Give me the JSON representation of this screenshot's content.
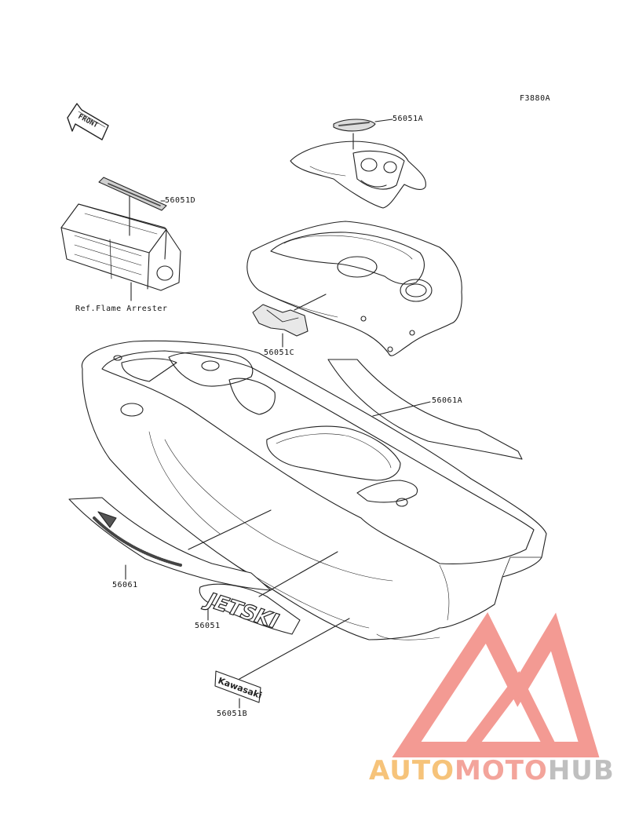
{
  "diagram": {
    "figure_code": "F3880A",
    "front_label": "FRONT",
    "callouts": {
      "p56051A": "56051A",
      "p56051D": "56051D",
      "ref_flame": "Ref.Flame Arrester",
      "p56051C": "56051C",
      "p56061A": "56061A",
      "p56061": "56061",
      "p56051": "56051",
      "p56051B": "56051B"
    },
    "decal_text": {
      "jetski": "JETSKI",
      "kawasaki": "Kawasaki"
    }
  },
  "watermark": {
    "part1": "AUTO",
    "part2": "MOTO",
    "part3": "HUB",
    "colors": {
      "auto": "#f6c37a",
      "moto": "#f3a49b",
      "hub": "#bfbfbf",
      "logo": "#f39a93"
    }
  }
}
